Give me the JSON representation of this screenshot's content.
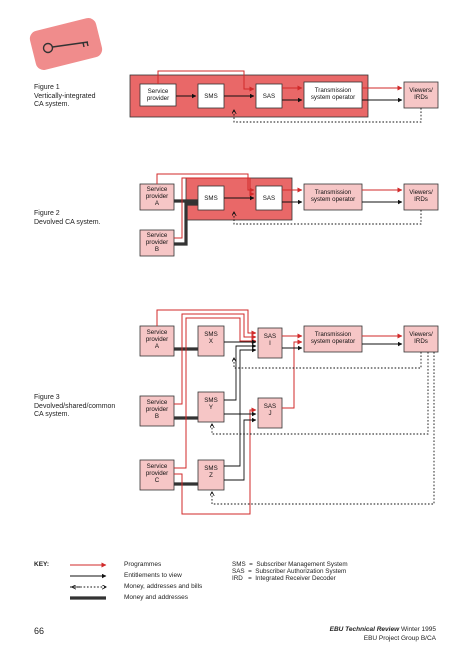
{
  "figures": [
    {
      "caption": "Figure 1\nVertically-integrated\nCA system."
    },
    {
      "caption": "Figure 2\nDevolved CA system."
    },
    {
      "caption": "Figure 3\nDevolved/shared/common\nCA system."
    }
  ],
  "labels": {
    "service_provider": "Service\nprovider",
    "service_provider_a": "Service\nprovider\nA",
    "service_provider_b": "Service\nprovider\nB",
    "service_provider_c": "Service\nprovider\nC",
    "sms": "SMS",
    "sas": "SAS",
    "sms_x": "SMS\nX",
    "sms_y": "SMS\nY",
    "sms_z": "SMS\nZ",
    "sas_i": "SAS\nI",
    "sas_j": "SAS\nJ",
    "transmission": "Transmission\nsystem operator",
    "viewers": "Viewers/\nIRDs"
  },
  "key": {
    "title": "KEY:",
    "items": [
      "Programmes",
      "Entitlements to view",
      "Money, addresses and bills",
      "Money and addresses"
    ],
    "definitions": [
      "SMS  =  Subscriber Management System",
      "SAS  =  Subscriber Authorization System",
      "IRD   =  Integrated Receiver Decoder"
    ]
  },
  "footer": {
    "page_number": "66",
    "journal": "EBU Technical Review",
    "season": " Winter 1995",
    "group": "EBU Project Group B/CA"
  },
  "colors": {
    "box_fill": "#f6c6c6",
    "system_fill": "#e96868",
    "programmes_arrow": "#d12a2a",
    "logo_fill": "#f08c8c"
  },
  "icon": "key-icon"
}
